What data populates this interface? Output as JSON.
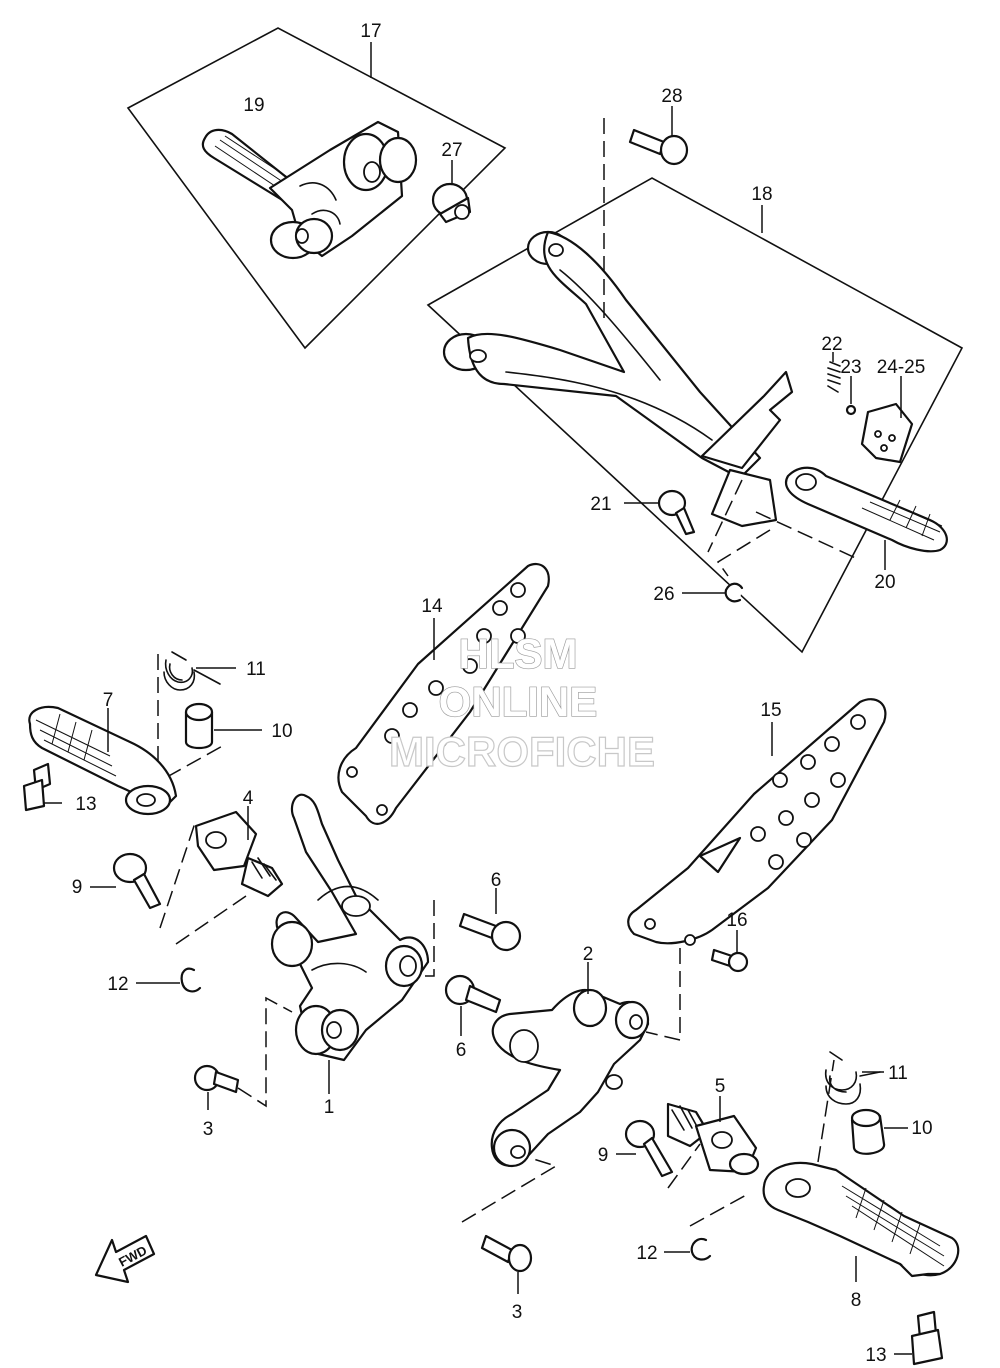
{
  "watermark": {
    "line1": "HLSM",
    "line2": "ONLINE",
    "line3": "MICROFICHE"
  },
  "direction_arrow": {
    "label": "FWD",
    "icon": "fwd-arrow-icon"
  },
  "callouts": {
    "c1": "1",
    "c2": "2",
    "c3a": "3",
    "c3b": "3",
    "c4": "4",
    "c5": "5",
    "c6a": "6",
    "c6b": "6",
    "c7": "7",
    "c8": "8",
    "c9a": "9",
    "c9b": "9",
    "c10a": "10",
    "c10b": "10",
    "c11a": "11",
    "c11b": "11",
    "c12a": "12",
    "c12b": "12",
    "c13a": "13",
    "c13b": "13",
    "c14": "14",
    "c15": "15",
    "c16": "16",
    "c17": "17",
    "c18": "18",
    "c19": "19",
    "c20": "20",
    "c21": "21",
    "c22": "22",
    "c23": "23",
    "c2425": "24-25",
    "c26": "26",
    "c27": "27",
    "c28": "28"
  }
}
